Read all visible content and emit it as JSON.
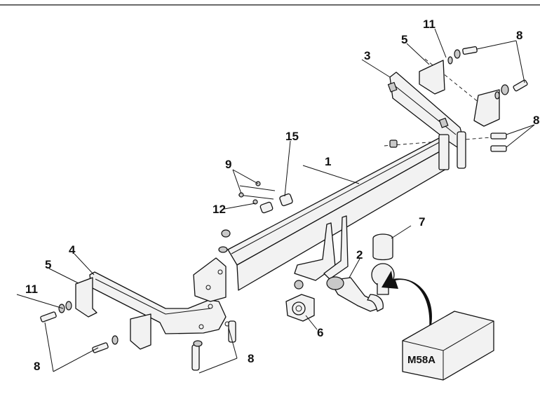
{
  "drawing": {
    "box_label": "M58A",
    "labels": {
      "l1": "1",
      "l2": "2",
      "l3": "3",
      "l4": "4",
      "l5a": "5",
      "l5b": "5",
      "l6": "6",
      "l7": "7",
      "l8a": "8",
      "l8b": "8",
      "l8c": "8",
      "l8d": "8",
      "l9": "9",
      "l11a": "11",
      "l11b": "11",
      "l12": "12",
      "l15": "15"
    }
  }
}
